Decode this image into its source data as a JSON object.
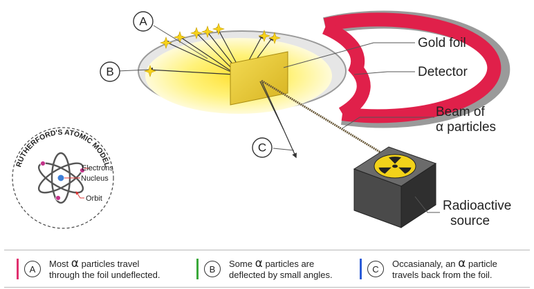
{
  "labels": {
    "gold_foil": "Gold foil",
    "detector": "Detector",
    "beam_line1": "Beam of",
    "beam_line2": "α particles",
    "source_line1": "Radioactive",
    "source_line2": "source",
    "callout_a": "A",
    "callout_b": "B",
    "callout_c": "C"
  },
  "model": {
    "title": "RUTHERFORD'S ATOMIC MODEL",
    "electrons": "Electrons",
    "nucleus": "Nucleus",
    "orbit": "Orbit"
  },
  "legend": [
    {
      "letter": "A",
      "pre": "Most",
      "alpha": "α",
      "post": "particles travel",
      "line2": "through the foil undeflected.",
      "color": "#e0306e"
    },
    {
      "letter": "B",
      "pre": "Some",
      "alpha": "α",
      "post": "particles are",
      "line2": "deflected by small angles.",
      "color": "#3aa83a"
    },
    {
      "letter": "C",
      "pre": "Occasianaly, an",
      "alpha": "α",
      "post": "particle",
      "line2": "travels back from the foil.",
      "color": "#2a5bd7"
    }
  ],
  "colors": {
    "detector_ring": "#e0204a",
    "foil": "#e8c832",
    "glow": "#fff27a",
    "source_box": "#4a4a4a",
    "radiation_symbol": "#f2d21a"
  }
}
